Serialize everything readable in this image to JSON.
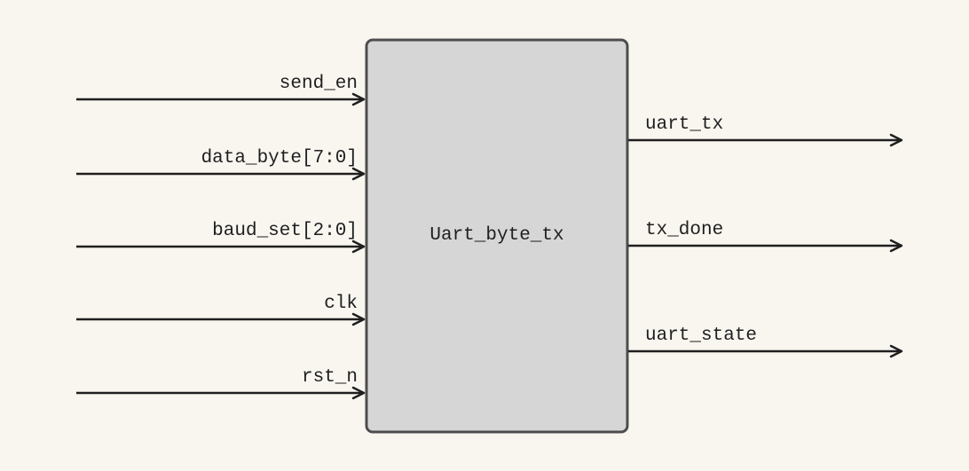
{
  "diagram": {
    "block": {
      "label": "Uart_byte_tx"
    },
    "inputs": [
      {
        "label": "send_en"
      },
      {
        "label": "data_byte[7:0]"
      },
      {
        "label": "baud_set[2:0]"
      },
      {
        "label": "clk"
      },
      {
        "label": "rst_n"
      }
    ],
    "outputs": [
      {
        "label": "uart_tx"
      },
      {
        "label": "tx_done"
      },
      {
        "label": "uart_state"
      }
    ],
    "colors": {
      "background": "#f9f6f0",
      "block_fill": "#d6d6d6",
      "block_border": "#4d4d4d",
      "wire": "#1f1f1f",
      "text": "#1f1f1f"
    }
  }
}
